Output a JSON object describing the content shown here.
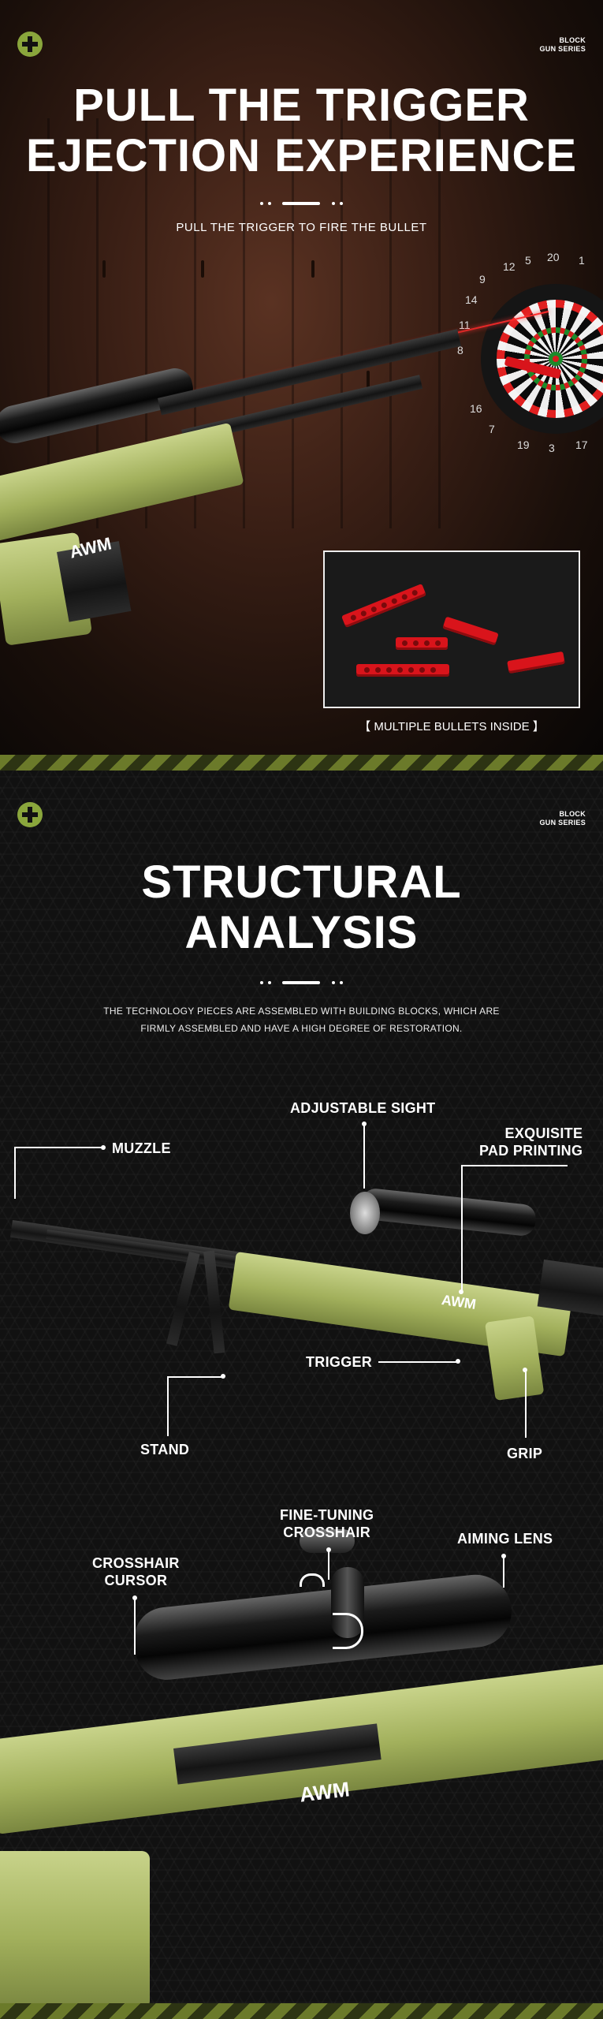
{
  "brand": {
    "line1": "BLOCK",
    "line2": "GUN SERIES",
    "logo_icon": "green-cross-logo-icon",
    "accent_color": "#8aa63c"
  },
  "section1": {
    "title_line1": "PULL THE TRIGGER",
    "title_line2": "EJECTION EXPERIENCE",
    "subtitle": "PULL THE TRIGGER TO FIRE THE BULLET",
    "dartboard_numbers": [
      "12",
      "5",
      "20",
      "1",
      "9",
      "14",
      "11",
      "8",
      "16",
      "7",
      "19",
      "3",
      "17"
    ],
    "rifle_marking": "AWM",
    "inset_caption": "【 MULTIPLE BULLETS INSIDE 】",
    "laser_color": "#ff2a2a"
  },
  "section2": {
    "title_line1": "STRUCTURAL",
    "title_line2": "ANALYSIS",
    "description_line1": "THE TECHNOLOGY PIECES ARE ASSEMBLED WITH BUILDING BLOCKS, WHICH ARE",
    "description_line2": "FIRMLY ASSEMBLED AND HAVE A HIGH DEGREE OF RESTORATION.",
    "callouts": {
      "adjustable_sight": "ADJUSTABLE SIGHT",
      "muzzle": "MUZZLE",
      "pad_printing_line1": "EXQUISITE",
      "pad_printing_line2": "PAD PRINTING",
      "trigger": "TRIGGER",
      "stand": "STAND",
      "grip": "GRIP",
      "fine_tuning_line1": "FINE-TUNING",
      "fine_tuning_line2": "CROSSHAIR",
      "aiming_lens": "AIMING LENS",
      "crosshair_line1": "CROSSHAIR",
      "crosshair_line2": "CURSOR"
    },
    "rifle_marking": "AWM"
  }
}
